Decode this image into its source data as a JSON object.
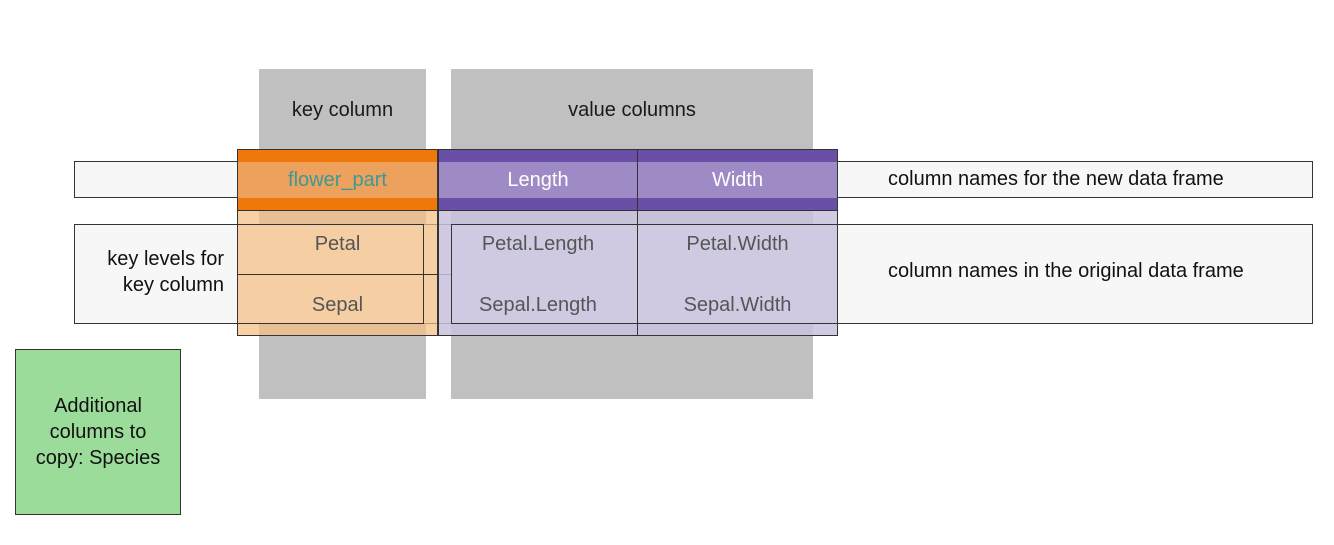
{
  "headers": {
    "key_column": "key column",
    "value_columns": "value columns"
  },
  "new_frame": {
    "key_name": "flower_part",
    "value_names": [
      "Length",
      "Width"
    ],
    "description": "column names for the new data frame"
  },
  "original_frame": {
    "side_label_line1": "key levels for",
    "side_label_line2": "key column",
    "key_levels": [
      "Petal",
      "Sepal"
    ],
    "rows": [
      [
        "Petal.Length",
        "Petal.Width"
      ],
      [
        "Sepal.Length",
        "Sepal.Width"
      ]
    ],
    "description": "column names in the original data frame"
  },
  "additional": {
    "line1": "Additional",
    "line2": "columns to",
    "line3": "copy: Species"
  },
  "colors": {
    "key_header": "#f0770a",
    "key_fill": "#f5c896",
    "value_header": "#6a4fa6",
    "value_fill": "#cfcae0",
    "header_gray": "#c0c0c0",
    "additional_fill": "#9bdc9b",
    "key_name_text": "#3a9a9a"
  }
}
